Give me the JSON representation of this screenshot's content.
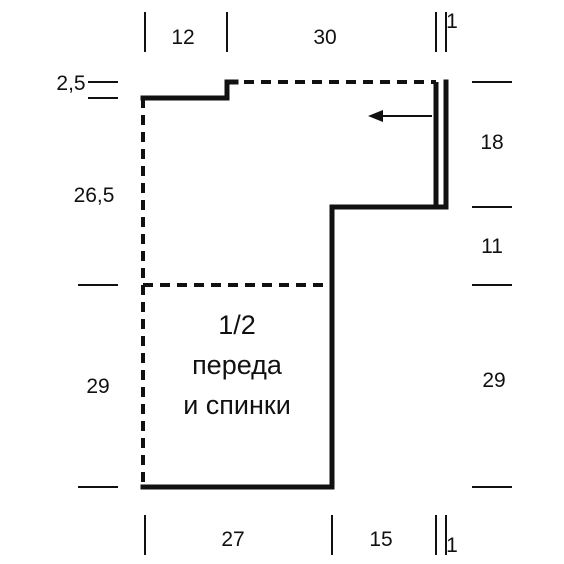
{
  "pattern": {
    "label_lines": [
      "1/2",
      "переда",
      "и спинки"
    ]
  },
  "dimensions": {
    "top": [
      "12",
      "30",
      "1"
    ],
    "bottom": [
      "27",
      "15",
      "1"
    ],
    "left": [
      "2,5",
      "26,5",
      "29"
    ],
    "right": [
      "18",
      "11",
      "29"
    ]
  }
}
